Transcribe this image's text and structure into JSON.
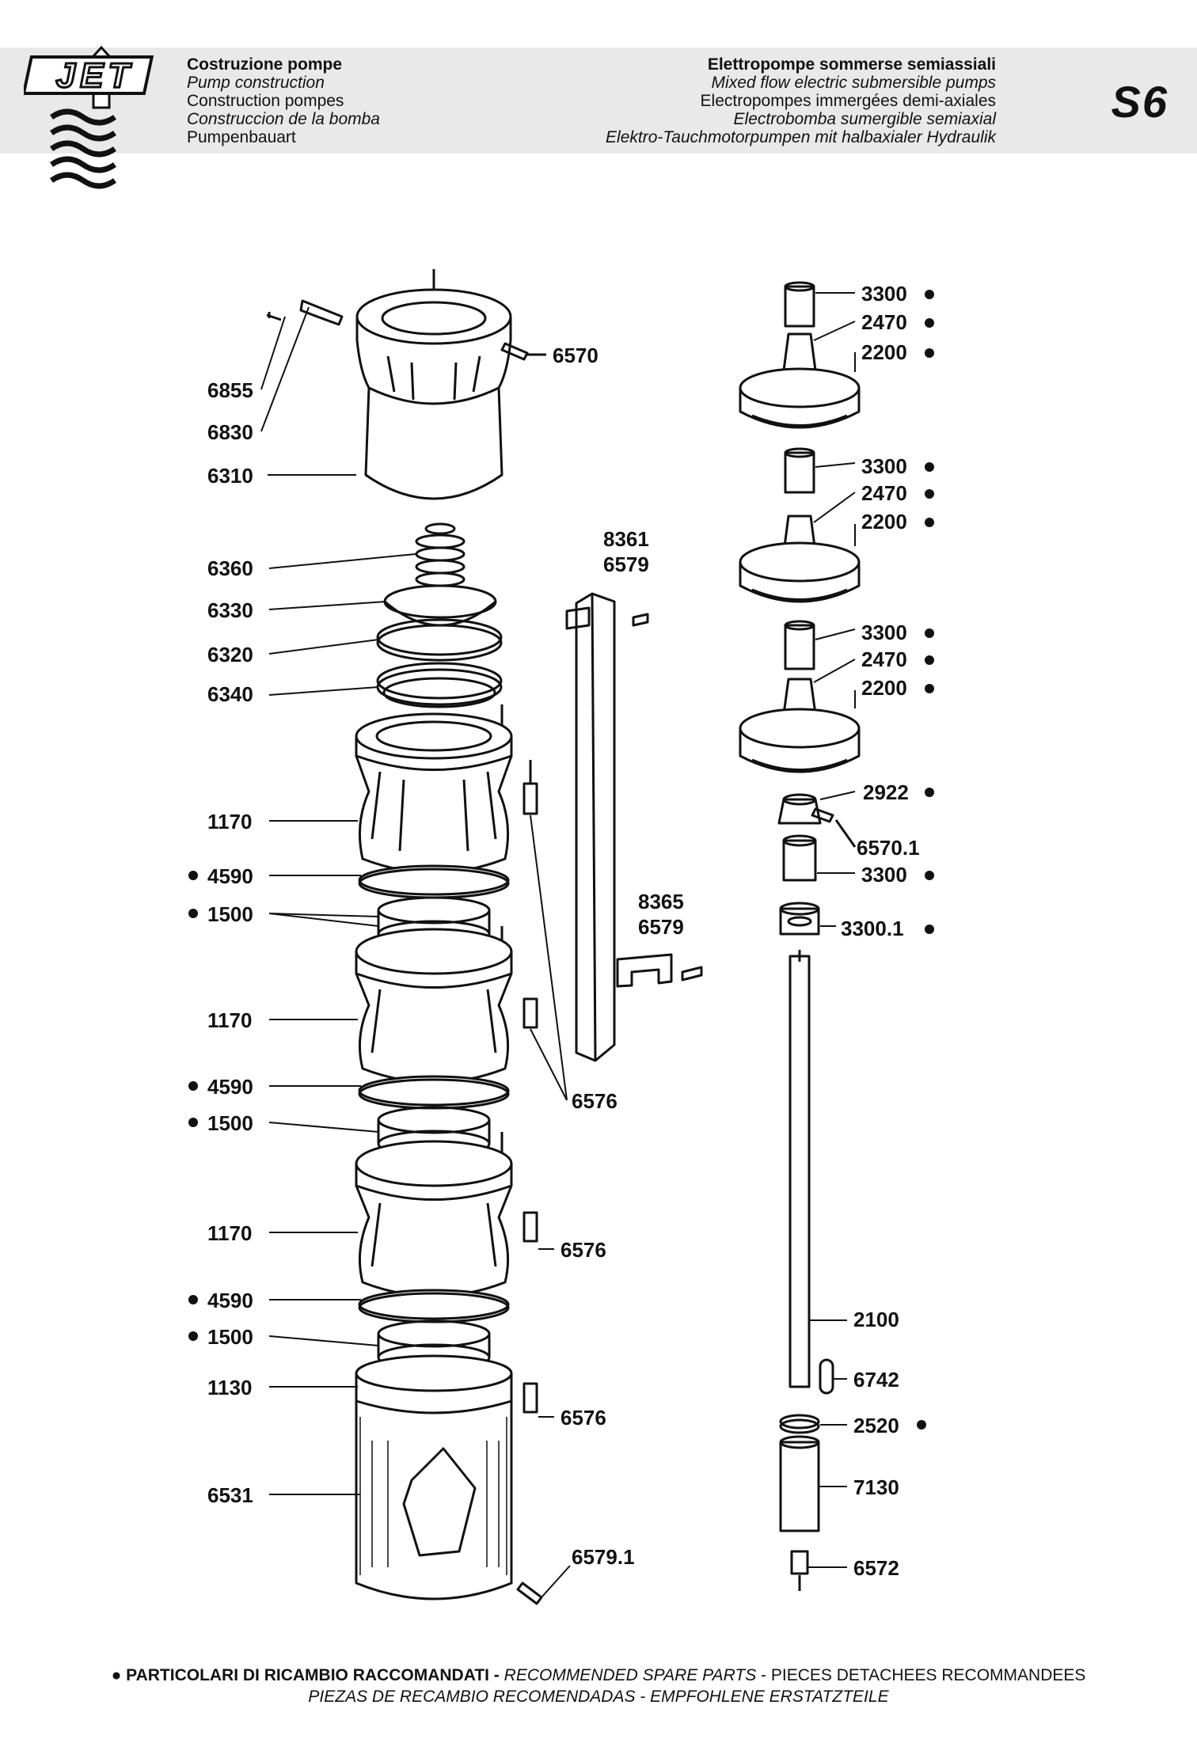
{
  "header": {
    "left": [
      "Costruzione pompe",
      "Pump construction",
      "Construction pompes",
      "Construccion de la bomba",
      "Pumpenbauart"
    ],
    "right": [
      "Elettropompe sommerse semiassiali",
      "Mixed flow electric submersible pumps",
      "Electropompes immergées demi-axiales",
      "Electrobomba sumergible semiaxial",
      "Elektro-Tauchmotorpumpen mit halbaxialer Hydraulik"
    ],
    "page_code": "S6",
    "logo_text": "JET"
  },
  "labels": {
    "l6855": "6855",
    "l6830": "6830",
    "l6310": "6310",
    "l6570": "6570",
    "l6360": "6360",
    "l6330": "6330",
    "l6320": "6320",
    "l6340": "6340",
    "l1170a": "1170",
    "l4590a": "4590",
    "l1500a": "1500",
    "l1170b": "1170",
    "l4590b": "4590",
    "l1500b": "1500",
    "l1170c": "1170",
    "l4590c": "4590",
    "l1500c": "1500",
    "l1130": "1130",
    "l6531": "6531",
    "l8361": "8361",
    "l6579a": "6579",
    "l8365": "8365",
    "l6579b": "6579",
    "l6576a": "6576",
    "l6576b": "6576",
    "l6576c": "6576",
    "l65791": "6579.1",
    "l3300a": "3300",
    "l2470a": "2470",
    "l2200a": "2200",
    "l3300b": "3300",
    "l2470b": "2470",
    "l2200b": "2200",
    "l3300c": "3300",
    "l2470c": "2470",
    "l2200c": "2200",
    "l2922": "2922",
    "l65701": "6570.1",
    "l3300d": "3300",
    "l33001": "3300.1",
    "l2100": "2100",
    "l6742": "6742",
    "l2520": "2520",
    "l7130": "7130",
    "l6572": "6572"
  },
  "footer": {
    "line1_bold": "PARTICOLARI DI RICAMBIO RACCOMANDATI -",
    "line1_italic": " RECOMMENDED SPARE PARTS",
    "line1_rest": " - PIECES DETACHEES RECOMMANDEES",
    "line2": "PIEZAS DE RECAMBIO RECOMENDADAS - EMPFOHLENE ERSTATZTEILE"
  }
}
